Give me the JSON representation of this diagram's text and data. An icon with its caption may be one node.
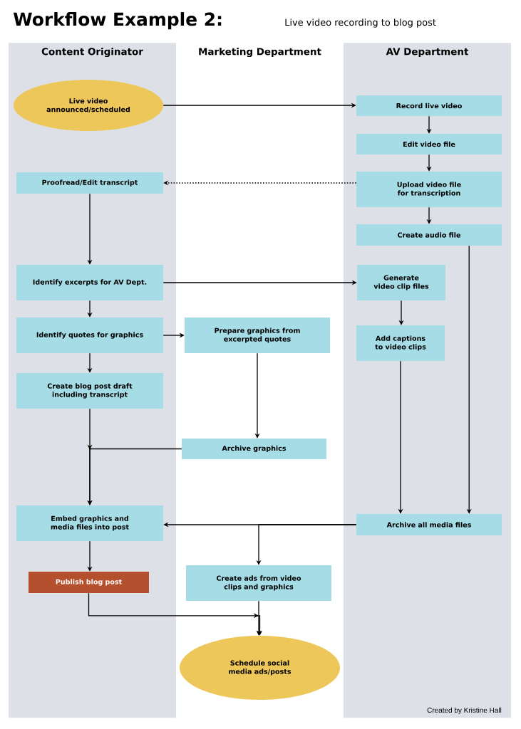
{
  "diagram": {
    "title": "Workflow Example 2:",
    "nodes": [
      {
        "text": [
          "Content Originator"
        ]
      },
      {
        "text": [
          "Marketing Department"
        ]
      },
      {
        "text": [
          "AV Department"
        ]
      },
      {
        "text": [
          "Live video announced/scheduled"
        ],
        "in": 0
      },
      {
        "text": [
          "Record live video"
        ],
        "in": 2
      },
      {
        "text": [
          "Edit video file"
        ],
        "in": 2
      },
      {
        "text": [
          "Upload video file for transcription"
        ],
        "in": 2
      },
      {
        "text": [
          "Proofread/Edit transcript"
        ],
        "in": 0
      },
      {
        "text": [
          "Create audio file"
        ],
        "in": 2
      },
      {
        "text": [
          "Identify excerpts for AV Dept."
        ],
        "in": 0
      },
      {
        "text": [
          "Generate video clip files"
        ],
        "in": 2
      },
      {
        "text": [
          "Identify quotes for graphics"
        ],
        "in": 0
      },
      {
        "text": [
          "Prepare graphics from excerpted quotes"
        ]
      },
      {
        "text": [
          "Add captions to video clips"
        ],
        "in": 2
      },
      {
        "text": [
          "Create blog post draft including transcript"
        ],
        "in": 0
      },
      {
        "text": [
          "Archive graphics"
        ]
      },
      {
        "text": [
          "Embed graphics and media files into post"
        ],
        "in": 0
      },
      {
        "text": [
          "Archive all media files"
        ],
        "in": 2
      },
      {
        "text": [
          "Publish blog post"
        ],
        "in": 0
      },
      {
        "text": [
          "Create ads from video clips and graphics"
        ]
      },
      {
        "text": [
          "Schedule social media ads/posts"
        ]
      }
    ],
    "edges": [
      {
        "from": 3,
        "to": 4,
        "arrow": "to"
      },
      {
        "from": 4,
        "to": 5,
        "arrow": "to"
      },
      {
        "from": 5,
        "to": 6,
        "arrow": "to"
      },
      {
        "from": 6,
        "to": 7,
        "arrow": "to",
        "style": "dashed"
      },
      {
        "from": 6,
        "to": 8,
        "arrow": "to"
      },
      {
        "from": 7,
        "to": 9,
        "arrow": "to"
      },
      {
        "from": 9,
        "to": 10,
        "arrow": "to"
      },
      {
        "from": 9,
        "to": 11,
        "arrow": "to"
      },
      {
        "from": 11,
        "to": 12,
        "arrow": "to"
      },
      {
        "from": 11,
        "to": 14,
        "arrow": "to"
      },
      {
        "from": 10,
        "to": 13,
        "arrow": "to"
      },
      {
        "from": 12,
        "to": 15,
        "arrow": "to"
      },
      {
        "from": 14,
        "to": 16,
        "arrow": "to"
      },
      {
        "from": 15,
        "to": 16,
        "arrow": "to"
      },
      {
        "from": 8,
        "to": 17,
        "arrow": "to"
      },
      {
        "from": 13,
        "to": 17,
        "arrow": "to"
      },
      {
        "from": 17,
        "to": 16,
        "arrow": "to"
      },
      {
        "from": 17,
        "to": 19,
        "arrow": "to"
      },
      {
        "from": 16,
        "to": 18,
        "arrow": "to"
      },
      {
        "from": 18,
        "to": 20,
        "arrow": "to"
      },
      {
        "from": 19,
        "to": 20,
        "arrow": "to"
      }
    ],
    "labels": [
      "Live video recording to blog post",
      "Created by Kristine Hall"
    ]
  }
}
